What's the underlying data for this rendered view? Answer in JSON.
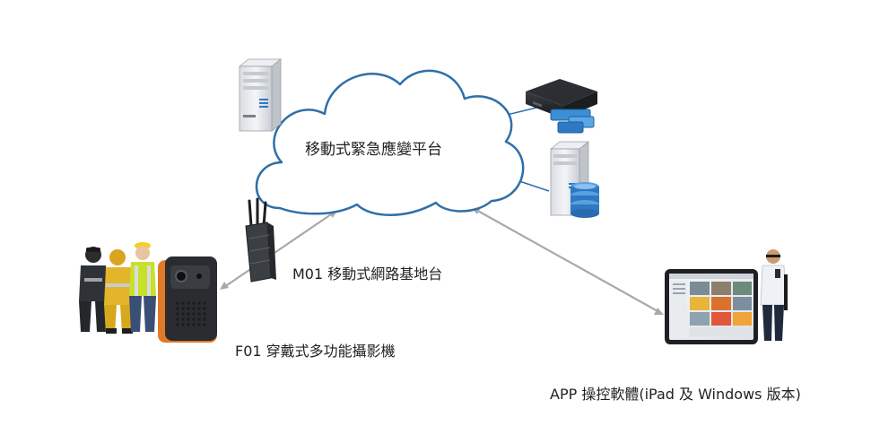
{
  "platform": {
    "title": "移動式緊急應變平台"
  },
  "base_station": {
    "label": "M01  移動式網路基地台"
  },
  "wearable_camera": {
    "label": "F01  穿戴式多功能攝影機"
  },
  "app": {
    "label": "APP 操控軟體(iPad 及 Windows 版本)"
  },
  "colors": {
    "cloud_stroke": "#2f6fa8",
    "link_line": "#2f6fa8",
    "arrow": "#a9a9a9",
    "camera_orange": "#e07a2a",
    "db_blue": "#2f78c4"
  }
}
